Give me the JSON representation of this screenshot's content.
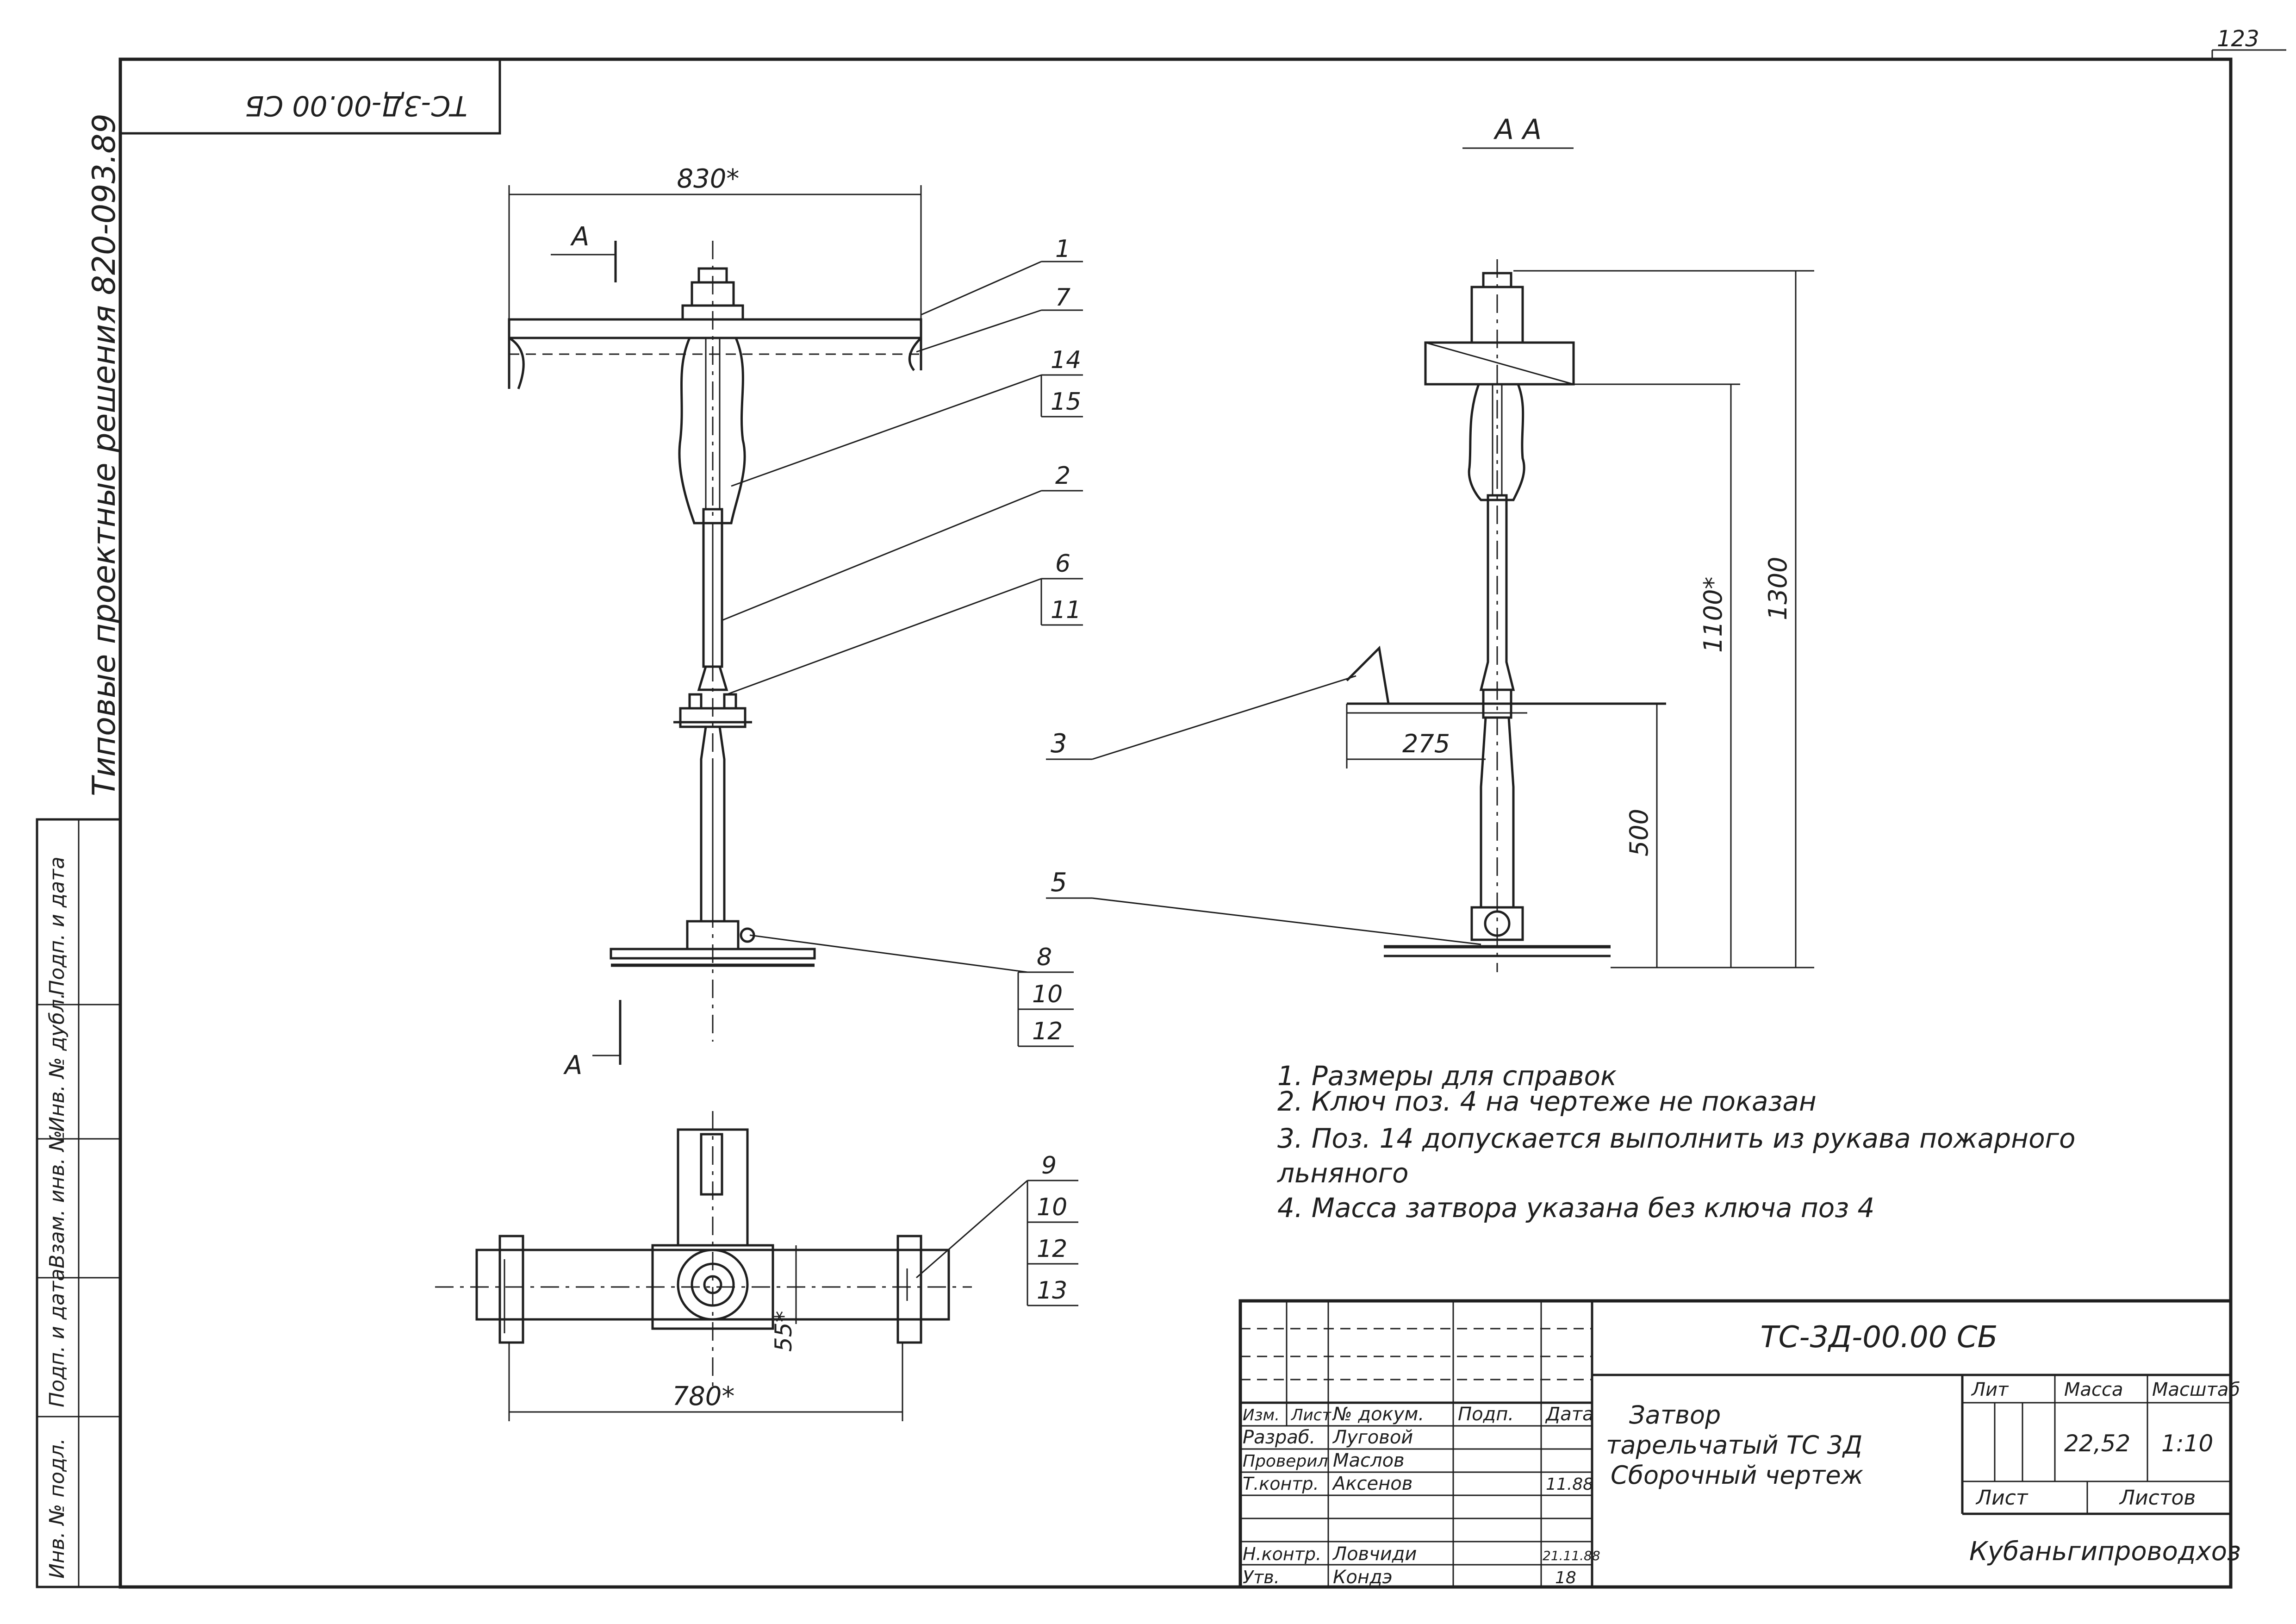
{
  "sheet": {
    "page_number": "123",
    "stamp_rotated": "ТС-3Д-00.00 СБ",
    "series_vertical": "Типовые проектные решения 820-093.89"
  },
  "left_margin": {
    "cells": [
      "Инв. № подл.",
      "Подп. и дата",
      "Взам. инв. №",
      "Инв. № дубл.",
      "Подп. и дата"
    ]
  },
  "front_view": {
    "dim_width": "830*",
    "section_mark": "А",
    "positions": [
      "1",
      "7",
      "14",
      "15",
      "2",
      "6",
      "11",
      "8",
      "10",
      "12"
    ]
  },
  "section_view": {
    "title": "А  А",
    "dim_1300": "1300",
    "dim_1100": "1100*",
    "dim_500": "500",
    "dim_275": "275",
    "positions": [
      "3",
      "5"
    ]
  },
  "plan_view": {
    "dim_780": "780*",
    "dim_55": "55*",
    "positions": [
      "9",
      "10",
      "12",
      "13"
    ]
  },
  "notes": [
    "1.  Размеры для справок",
    "2.  Ключ поз. 4 на чертеже не показан",
    "3. Поз. 14 допускается выполнить из рукава пожарного",
    "льняного",
    "4. Масса затвора указана без ключа поз 4"
  ],
  "title_block": {
    "doc_code": "ТС-3Д-00.00 СБ",
    "title_lines": [
      "Затвор",
      "тарельчатый ТС 3Д",
      "Сборочный чертеж"
    ],
    "head": [
      "Изм.",
      "Лист",
      "№ докум.",
      "Подп.",
      "Дата"
    ],
    "roles": [
      {
        "role": "Разраб.",
        "name": "Луговой",
        "date": ""
      },
      {
        "role": "Проверил",
        "name": "Маслов",
        "date": ""
      },
      {
        "role": "Т.контр.",
        "name": "Аксенов",
        "date": "11.88"
      },
      {
        "role": "Н.контр.",
        "name": "Ловчиди",
        "date": "21.11.88"
      },
      {
        "role": "Утв.",
        "name": "Кондэ",
        "date": "18"
      }
    ],
    "lit_label": "Лит",
    "mass_label": "Масса",
    "scale_label": "Масштаб",
    "mass": "22,52",
    "scale": "1:10",
    "sheet_label": "Лист",
    "sheets_label": "Листов",
    "organization": "Кубаньгипроводхоз"
  }
}
